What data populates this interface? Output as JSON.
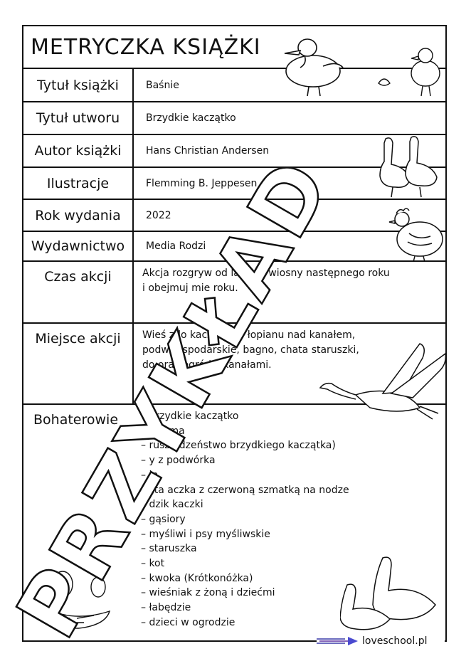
{
  "title": "METRYCZKA KSIĄŻKI",
  "rows": {
    "book_title": {
      "label": "Tytuł książki",
      "value": "Baśnie"
    },
    "work_title": {
      "label": "Tytuł utworu",
      "value": "Brzydkie kaczątko"
    },
    "author": {
      "label": "Autor książki",
      "value": "Hans Christian Andersen"
    },
    "illustrations": {
      "label": "Ilustracje",
      "value": "Flemming B. Jeppesen"
    },
    "year": {
      "label": "Rok wydania",
      "value": "2022"
    },
    "publisher": {
      "label": "Wydawnictwo",
      "value": "Media Rodzi"
    },
    "time": {
      "label": "Czas akcji",
      "line1": "Akcja rozgryw      od lata do wiosny następnego roku",
      "line2": "i obejmuj    mie          roku."
    },
    "place": {
      "label": "Miejsce akcji",
      "line1": "Wieś       zdo kacz      liśćmi łopianu nad kanałem,",
      "line2": "podwór      spodarskie, bagno, chata staruszki,",
      "line3": "do            oraz ogród z kanałami."
    },
    "heroes": {
      "label": "Bohaterowie",
      "items": [
        "brzydkie kaczątko",
        "cza ma",
        "rusz      odzeństwo brzydkiego kaczątka)",
        "y z podwórka",
        "in",
        "sta    aczka z czerwoną szmatką na nodze",
        "dzik   kaczki",
        "gąsiory",
        "myśliwi i psy myśliwskie",
        "staruszka",
        "kot",
        "kwoka (Krótkonóżka)",
        "wieśniak z żoną i dziećmi",
        "łabędzie",
        "dzieci w ogrodzie"
      ]
    }
  },
  "watermark": "PRZYKŁAD",
  "brand": "loveschool.pl",
  "icons": [
    "duck-illustration",
    "duckling-illustration",
    "geese-illustration",
    "hen-illustration",
    "flying-goose-illustration",
    "swans-illustration",
    "nest-illustration",
    "loveschool-logo"
  ]
}
